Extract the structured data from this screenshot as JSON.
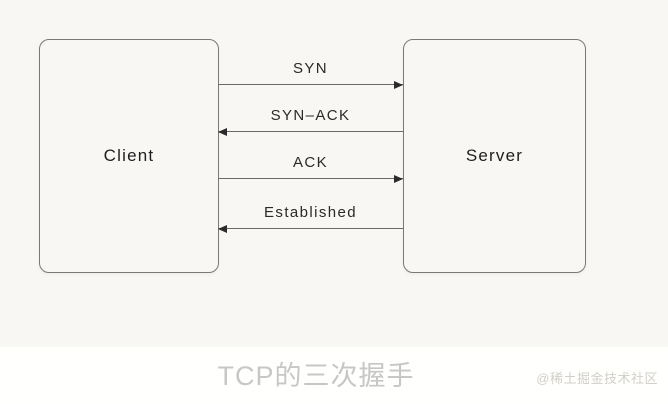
{
  "diagram": {
    "nodes": [
      {
        "id": "client",
        "label": "Client"
      },
      {
        "id": "server",
        "label": "Server"
      }
    ],
    "messages": [
      {
        "label": "SYN",
        "direction": "right",
        "from": "client",
        "to": "server"
      },
      {
        "label": "SYN–ACK",
        "direction": "left",
        "from": "server",
        "to": "client"
      },
      {
        "label": "ACK",
        "direction": "right",
        "from": "client",
        "to": "server"
      },
      {
        "label": "Established",
        "direction": "left",
        "from": "server",
        "to": "client"
      }
    ]
  },
  "caption": {
    "title": "TCP的三次握手"
  },
  "watermark": {
    "text": "@稀土掘金技术社区"
  },
  "colors": {
    "background": "#f8f7f3",
    "footer_background": "#fffffd",
    "line": "#6a6a68",
    "head": "#2b2b2b",
    "box_border": "#7a7977",
    "node_text": "#1e1e1e",
    "label_text": "#2a2a2a",
    "title_text": "#c7c7c6",
    "watermark_text": "#d2cfc9"
  }
}
